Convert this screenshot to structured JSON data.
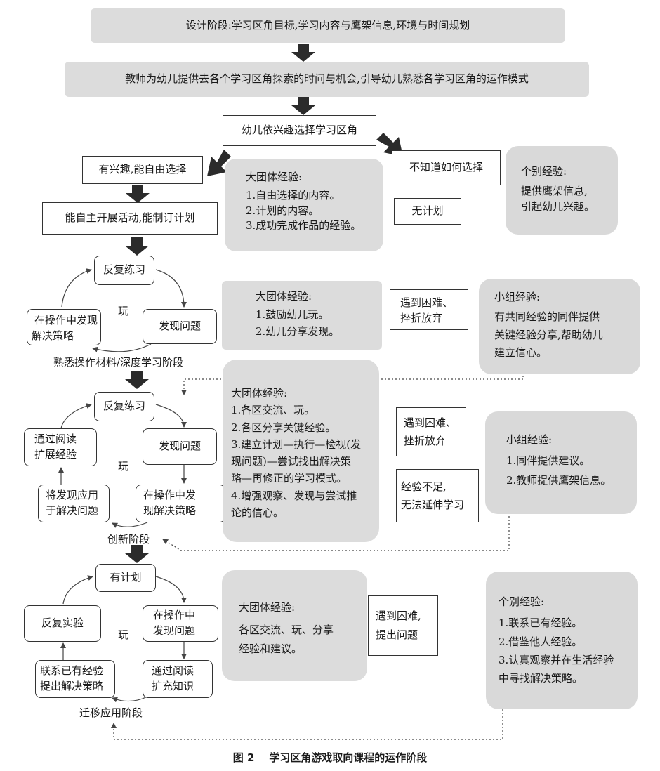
{
  "top": {
    "design_phase": "设计阶段:学习区角目标,学习内容与鹰架信息,环境与时间规划",
    "teacher": "教师为幼儿提供去各个学习区角探索的时间与机会,引导幼儿熟悉各学习区角的运作模式",
    "choose": "幼儿依兴趣选择学习区角"
  },
  "branch": {
    "interested": "有兴趣,能自由选择",
    "self_plan": "能自主开展活动,能制订计划",
    "unsure": "不知道如何选择",
    "no_plan": "无计划"
  },
  "group1": {
    "title": "大团体经验:",
    "items": [
      "1.自由选择的内容。",
      "2.计划的内容。",
      "3.成功完成作品的经验。"
    ]
  },
  "indiv1": {
    "title": "个别经验:",
    "items": [
      "提供鹰架信息,",
      "引起幼儿兴趣。"
    ]
  },
  "stage1": {
    "nodes": {
      "repeat": "反复练习",
      "discover": "发现问题",
      "strategy": [
        "在操作中发现",
        "解决策略"
      ]
    },
    "center": "玩",
    "label": "熟悉操作材料/深度学习阶段"
  },
  "group2": {
    "title": "大团体经验:",
    "items": [
      "1.鼓励幼儿玩。",
      "2.幼儿分享发现。"
    ]
  },
  "difficulty1": [
    "遇到困难、",
    "挫折放弃"
  ],
  "small1": {
    "title": "小组经验:",
    "items": [
      "有共同经验的同伴提供",
      "关键经验分享,帮助幼儿",
      "建立信心。"
    ]
  },
  "stage2": {
    "nodes": {
      "repeat": "反复练习",
      "discover": "发现问题",
      "strategy": [
        "在操作中发",
        "现解决策略"
      ],
      "apply": [
        "将发现应用",
        "于解决问题"
      ],
      "read": [
        "通过阅读",
        "扩展经验"
      ]
    },
    "center": "玩",
    "label": "创新阶段"
  },
  "group3": {
    "title": "大团体经验:",
    "items": [
      "1.各区交流、玩。",
      "2.各区分享关键经验。",
      "3.建立计划—执行—检视(发",
      "现问题)—尝试找出解决策",
      "略—再修正的学习模式。",
      "4.增强观察、发现与尝试推",
      "论的信心。"
    ]
  },
  "difficulty2": [
    "遇到困难、",
    "挫折放弃"
  ],
  "insufficient": [
    "经验不足,",
    "无法延伸学习"
  ],
  "small2": {
    "title": "小组经验:",
    "items": [
      "1.同伴提供建议。",
      "2.教师提供鹰架信息。"
    ]
  },
  "stage3": {
    "nodes": {
      "plan": "有计划",
      "operate": [
        "在操作中",
        "发现问题"
      ],
      "read": [
        "通过阅读",
        "扩充知识"
      ],
      "connect": [
        "联系已有经验",
        "提出解决策略"
      ],
      "experiment": "反复实验"
    },
    "center": "玩",
    "label": "迁移应用阶段"
  },
  "group4": {
    "title": "大团体经验:",
    "items": [
      "各区交流、玩、分享",
      "经验和建议。"
    ]
  },
  "difficulty3": [
    "遇到困难,",
    "提出问题"
  ],
  "indiv2": {
    "title": "个别经验:",
    "items": [
      "1.联系已有经验。",
      "2.借鉴他人经验。",
      "3.认真观察并在生活经验",
      "中寻找解决策略。"
    ]
  },
  "caption": "图 2    学习区角游戏取向课程的运作阶段",
  "colors": {
    "panel": "#dcdcdc",
    "arrow": "#2b2b2b",
    "line": "#333333"
  }
}
